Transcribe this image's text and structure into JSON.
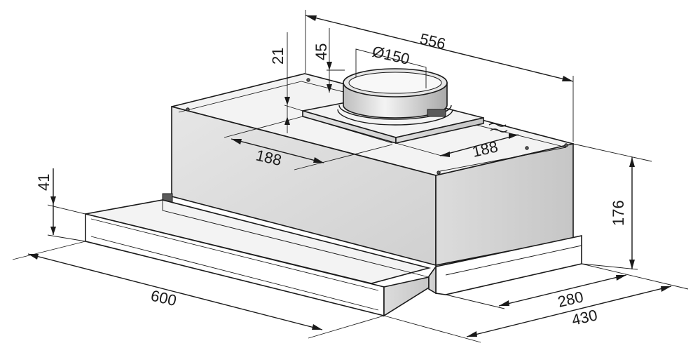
{
  "dimensions": {
    "width_total": "556",
    "duct_diameter": "Ø150",
    "duct_height": "45",
    "collar_offset": "21",
    "depth_left": "188",
    "depth_right": "188",
    "height": "176",
    "front_depth_inner": "280",
    "front_depth_outer": "430",
    "width_front": "600",
    "panel_height": "41"
  }
}
